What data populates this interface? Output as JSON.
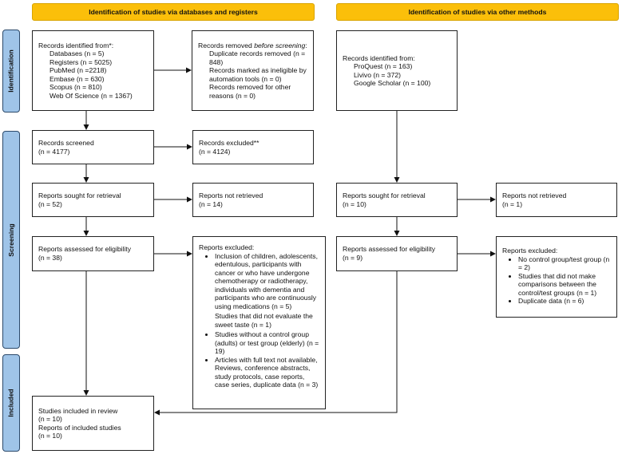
{
  "headers": {
    "databases": "Identification of studies via databases and registers",
    "other": "Identification of studies via other methods"
  },
  "phases": {
    "identification": "Identification",
    "screening": "Screening",
    "included": "Included"
  },
  "db": {
    "identified": {
      "title": "Records identified from*:",
      "items": [
        "Databases (n = 5)",
        "Registers (n = 5025)",
        "PubMed (n =2218)",
        "Embase (n = 630)",
        "Scopus (n = 810)",
        "Web Of Science (n = 1367)"
      ]
    },
    "removed": {
      "title_pre": "Records removed ",
      "title_em": "before screening",
      "title_post": ":",
      "items": [
        "Duplicate records removed (n = 848)",
        "Records marked as ineligible by automation tools (n = 0)",
        "Records removed for other reasons (n = 0)"
      ]
    },
    "screened": {
      "label": "Records screened",
      "n": "(n = 4177)"
    },
    "excluded": {
      "label": "Records excluded**",
      "n": "(n = 4124)"
    },
    "sought": {
      "label": "Reports sought for retrieval",
      "n": "(n = 52)"
    },
    "not_retrieved": {
      "label": "Reports not retrieved",
      "n": "(n = 14)"
    },
    "assessed": {
      "label": "Reports assessed for eligibility",
      "n": "(n = 38)"
    },
    "reports_excluded": {
      "title": "Reports excluded:",
      "item1": "Inclusion of children, adolescents, edentulous, participants with cancer or who have undergone chemotherapy or radiotherapy, individuals with dementia and participants who are continuously using medications (n = 5)",
      "plain": "Studies that did not evaluate the sweet taste (n = 1)",
      "item2": "Studies without a control group (adults) or test group (elderly) (n = 19)",
      "item3": "Articles with full text not available, Reviews, conference abstracts, study protocols, case reports, case series, duplicate data (n = 3)"
    },
    "included": {
      "line1": "Studies included in review",
      "line2": "(n = 10)",
      "line3": "Reports of included studies",
      "line4": "(n = 10)"
    }
  },
  "other": {
    "identified": {
      "title": "Records identified from:",
      "items": [
        "ProQuest (n = 163)",
        "Livivo (n = 372)",
        "Google Scholar (n = 100)"
      ]
    },
    "sought": {
      "label": "Reports sought for retrieval",
      "n": "(n = 10)"
    },
    "not_retrieved": {
      "label": "Reports not retrieved",
      "n": "(n = 1)"
    },
    "assessed": {
      "label": "Reports assessed for eligibility",
      "n": "(n = 9)"
    },
    "reports_excluded": {
      "title": "Reports excluded:",
      "items": [
        "No control group/test group (n = 2)",
        "Studies that did not make comparisons between the control/test groups (n = 1)",
        "Duplicate data (n = 6)"
      ]
    }
  },
  "colors": {
    "header": "#fbbf0a",
    "phase": "#9fc4e8"
  }
}
